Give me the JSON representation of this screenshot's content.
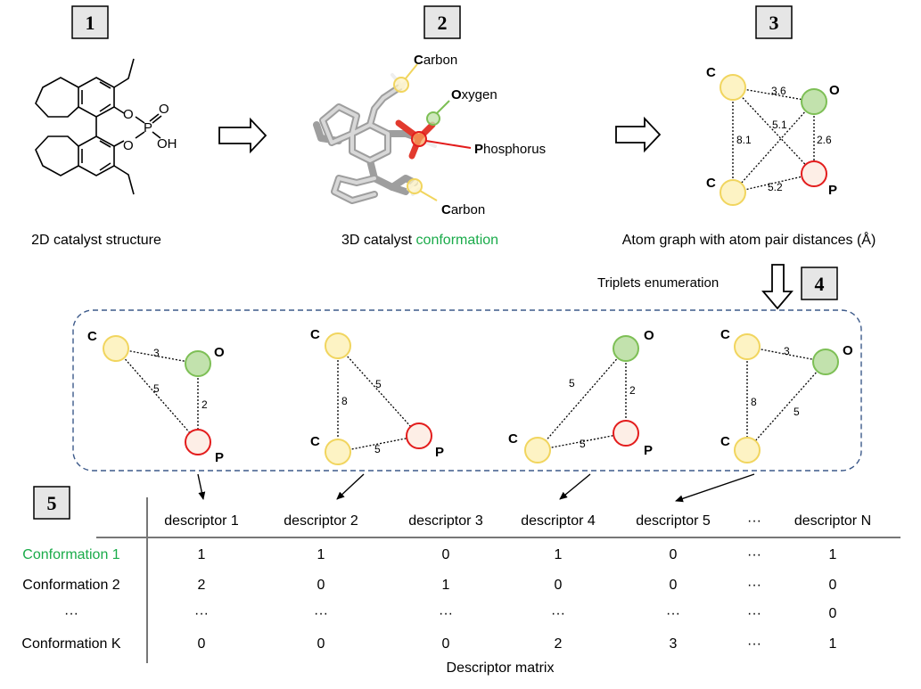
{
  "steps": [
    "1",
    "2",
    "3",
    "4",
    "5"
  ],
  "captions": {
    "cap1": "2D catalyst structure",
    "cap2_prefix": "3D catalyst ",
    "cap2_highlight": "conformation",
    "cap3": "Atom graph with atom pair distances (Å)",
    "enumeration": "Triplets enumeration",
    "matrix": "Descriptor matrix"
  },
  "structure2d": {
    "o1": "O",
    "o2": "O",
    "p": "P",
    "o3": "O",
    "oh": "OH"
  },
  "conf3d": {
    "carbon_top": {
      "initial": "C",
      "rest": "arbon"
    },
    "oxygen": {
      "initial": "O",
      "rest": "xygen"
    },
    "phosphorus": {
      "initial": "P",
      "rest": "hosphorus"
    },
    "carbon_bottom": {
      "initial": "C",
      "rest": "arbon"
    }
  },
  "atom_graph": {
    "atoms": {
      "c1": "C",
      "o": "O",
      "c2": "C",
      "p": "P"
    },
    "distances": {
      "c1_o": "3.6",
      "c2_o": "5.1",
      "c1_c2": "8.1",
      "o_p": "2.6",
      "c2_p": "5.2"
    }
  },
  "triplets": [
    {
      "atoms": [
        "C",
        "O",
        "P"
      ],
      "distances": [
        "3",
        "2",
        "5"
      ]
    },
    {
      "atoms": [
        "C",
        "C",
        "P"
      ],
      "distances": [
        "8",
        "5",
        "5"
      ]
    },
    {
      "atoms": [
        "O",
        "C",
        "P"
      ],
      "distances": [
        "5",
        "2",
        "5"
      ]
    },
    {
      "atoms": [
        "C",
        "O",
        "C"
      ],
      "distances": [
        "3",
        "8",
        "5"
      ]
    }
  ],
  "table": {
    "headers": [
      "descriptor 1",
      "descriptor 2",
      "descriptor 3",
      "descriptor 4",
      "descriptor 5",
      "···",
      "descriptor N"
    ],
    "rows": [
      {
        "label": "Conformation 1",
        "values": [
          "1",
          "1",
          "0",
          "1",
          "0",
          "···",
          "1"
        ]
      },
      {
        "label": "Conformation 2",
        "values": [
          "2",
          "0",
          "1",
          "0",
          "0",
          "···",
          "0"
        ]
      },
      {
        "label": "···",
        "values": [
          "···",
          "···",
          "···",
          "···",
          "···",
          "···",
          "0"
        ]
      },
      {
        "label": "Conformation K",
        "values": [
          "0",
          "0",
          "0",
          "2",
          "3",
          "···",
          "1"
        ]
      }
    ]
  },
  "colors": {
    "carbon_fill": "#fdf3c4",
    "carbon_stroke": "#f1d55e",
    "oxygen_fill": "#c2e2ad",
    "oxygen_stroke": "#7dbf55",
    "phosphorus_fill": "#fdeee6",
    "phosphorus_stroke": "#e31c1c",
    "highlight_green": "#1aab4a",
    "dashed_border": "#3d5a8a"
  }
}
